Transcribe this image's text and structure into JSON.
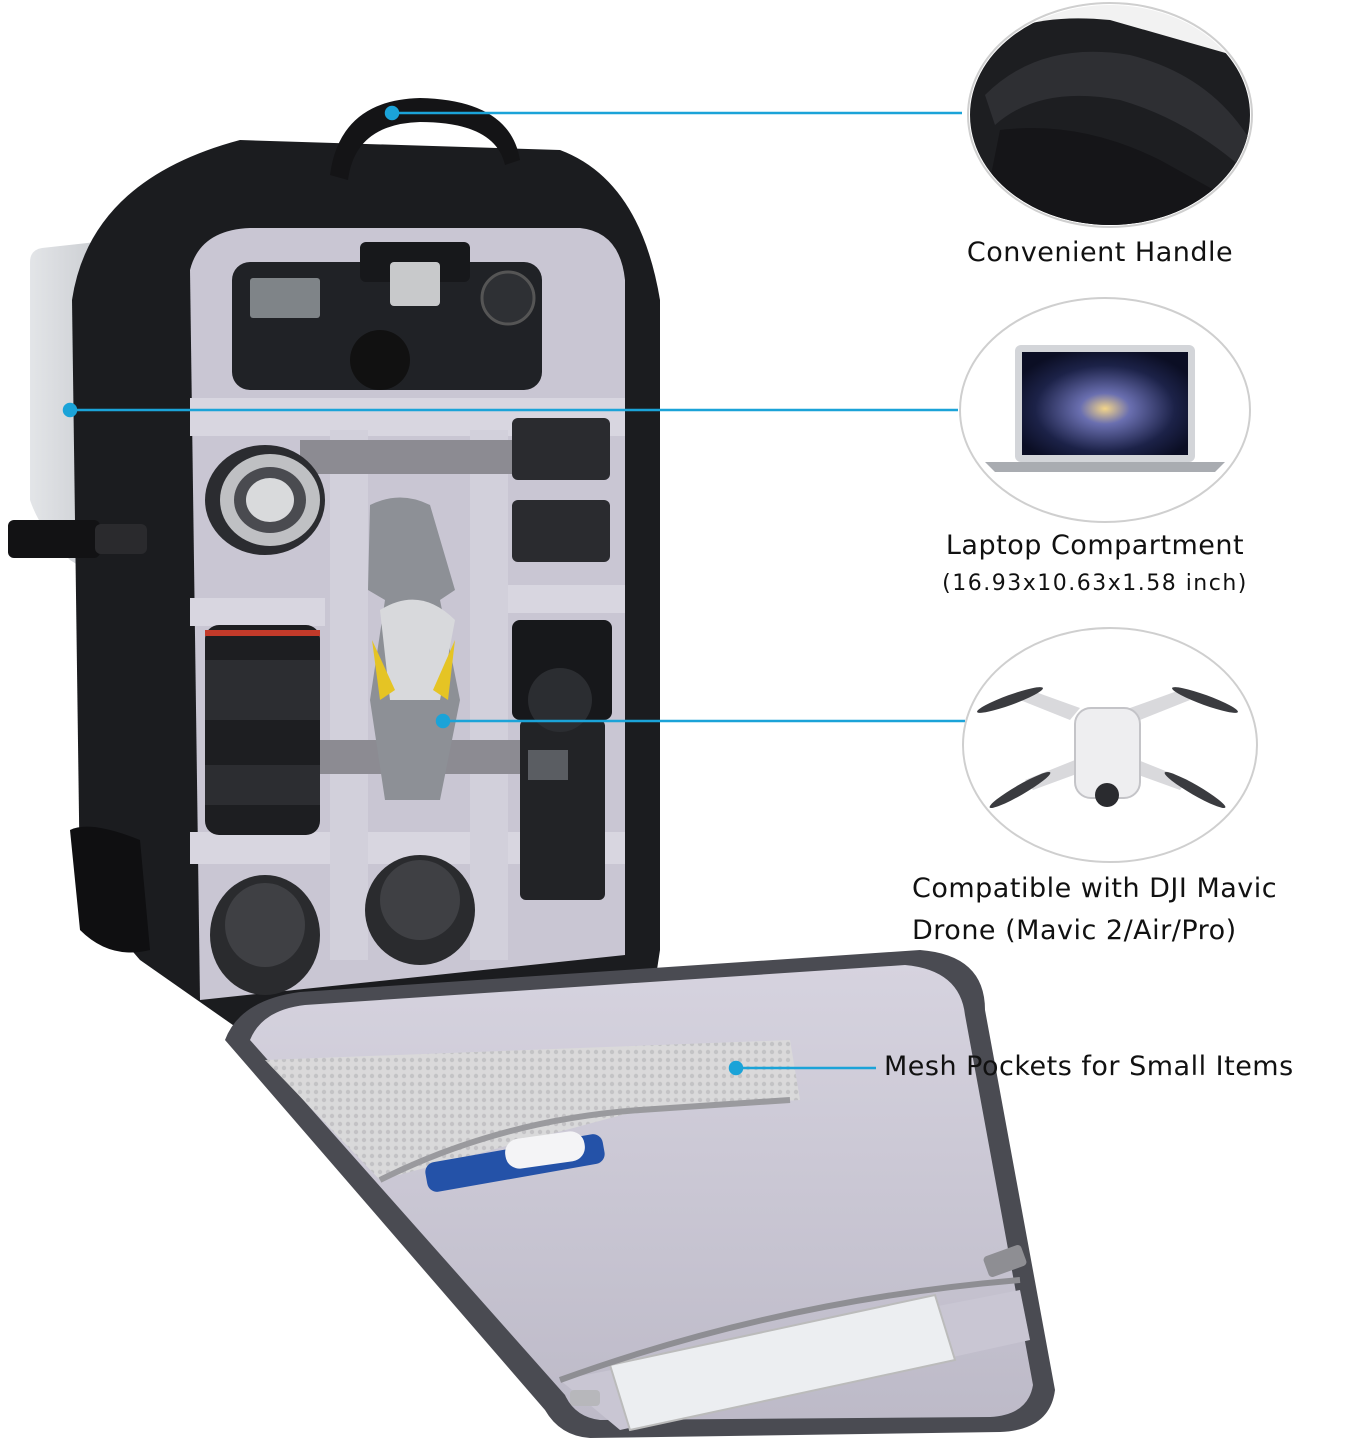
{
  "colors": {
    "callout_line": "#1ba3d8",
    "lining": "#c9c6d3",
    "bag_black": "#1b1c1f"
  },
  "features": [
    {
      "label": "Convenient Handle"
    },
    {
      "label": "Laptop Compartment",
      "sub": "(16.93x10.63x1.58 inch)"
    },
    {
      "line1": "Compatible with DJI Mavic",
      "line2": "Drone (Mavic 2/Air/Pro)"
    },
    {
      "label": "Mesh Pockets for Small Items"
    }
  ],
  "icons": [
    "handle-photo",
    "laptop-photo",
    "drone-photo",
    "backpack-photo"
  ]
}
